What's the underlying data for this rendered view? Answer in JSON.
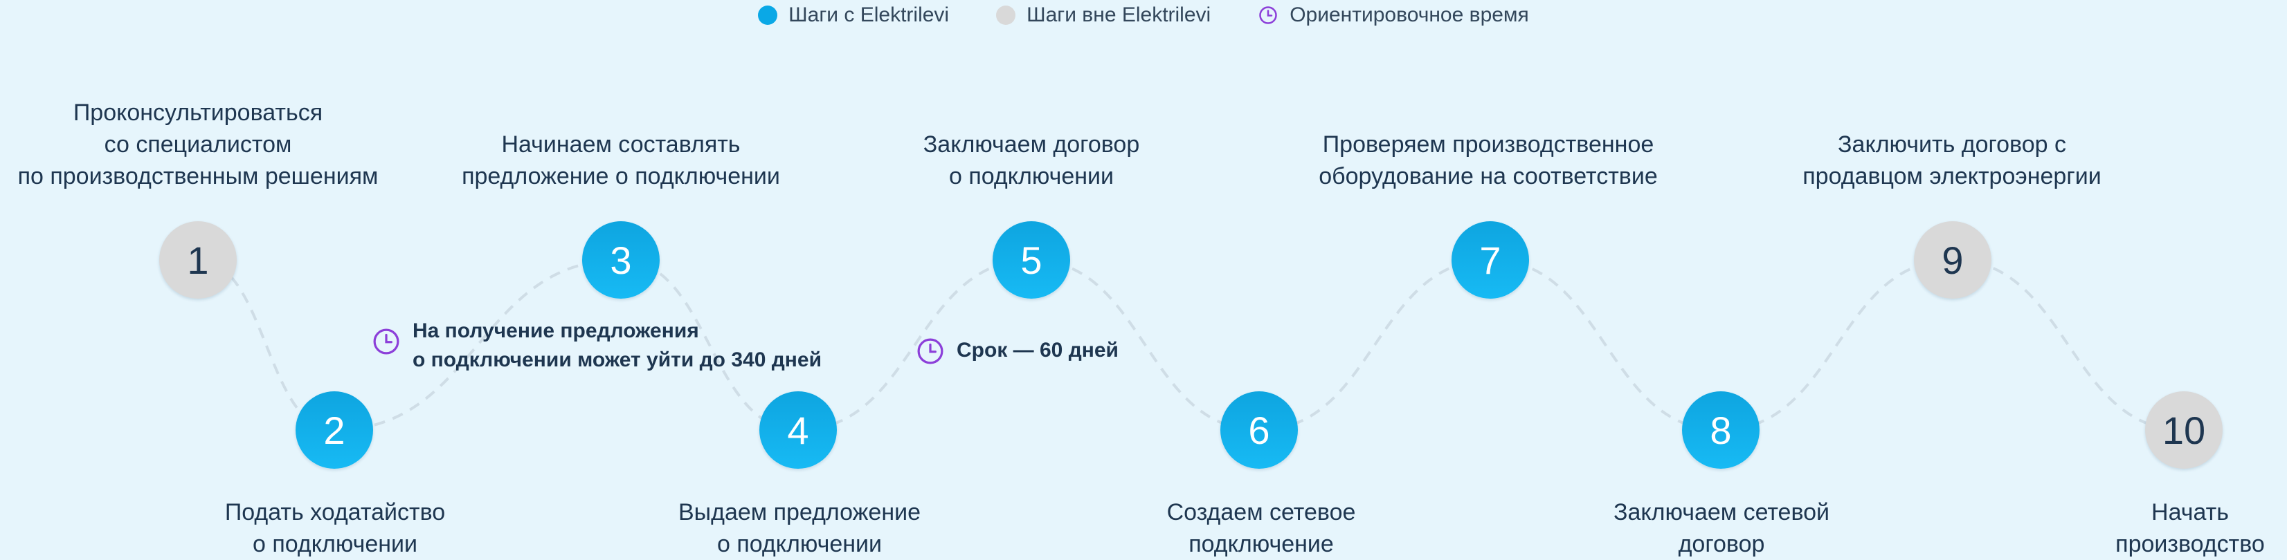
{
  "legend": {
    "items": [
      {
        "label": "Шаги с Elektrilevi",
        "icon": "blue-dot-icon"
      },
      {
        "label": "Шаги вне Elektrilevi",
        "icon": "grey-dot-icon"
      },
      {
        "label": "Ориентировочное время",
        "icon": "clock-icon"
      }
    ]
  },
  "colors": {
    "background": "#e6f5fc",
    "step_blue": "#0aa8e6",
    "step_grey": "#d9d9d9",
    "text": "#1e3650",
    "clock_purple": "#8c3fd9",
    "curve": "#cfdde6"
  },
  "steps": [
    {
      "number": "1",
      "kind": "grey",
      "label": "Проконсультироваться\nсо специалистом\nпо производственным решениям"
    },
    {
      "number": "2",
      "kind": "blue",
      "label": "Подать ходатайство\nо подключении"
    },
    {
      "number": "3",
      "kind": "blue",
      "label": "Начинаем составлять\nпредложение о подключении"
    },
    {
      "number": "4",
      "kind": "blue",
      "label": "Выдаем предложение\nо подключении"
    },
    {
      "number": "5",
      "kind": "blue",
      "label": "Заключаем договор\nо подключении"
    },
    {
      "number": "6",
      "kind": "blue",
      "label": "Создаем сетевое\nподключение"
    },
    {
      "number": "7",
      "kind": "blue",
      "label": "Проверяем производственное\nоборудование на соответствие"
    },
    {
      "number": "8",
      "kind": "blue",
      "label": "Заключаем сетевой\nдоговор"
    },
    {
      "number": "9",
      "kind": "grey",
      "label": "Заключить договор с\nпродавцом электроэнергии"
    },
    {
      "number": "10",
      "kind": "grey",
      "label": "Начать\nпроизводство"
    }
  ],
  "notes": [
    {
      "text": "На получение предложения\nо подключении может уйти до 340 дней",
      "icon": "clock-icon"
    },
    {
      "text": "Срок — 60 дней",
      "icon": "clock-icon"
    }
  ]
}
